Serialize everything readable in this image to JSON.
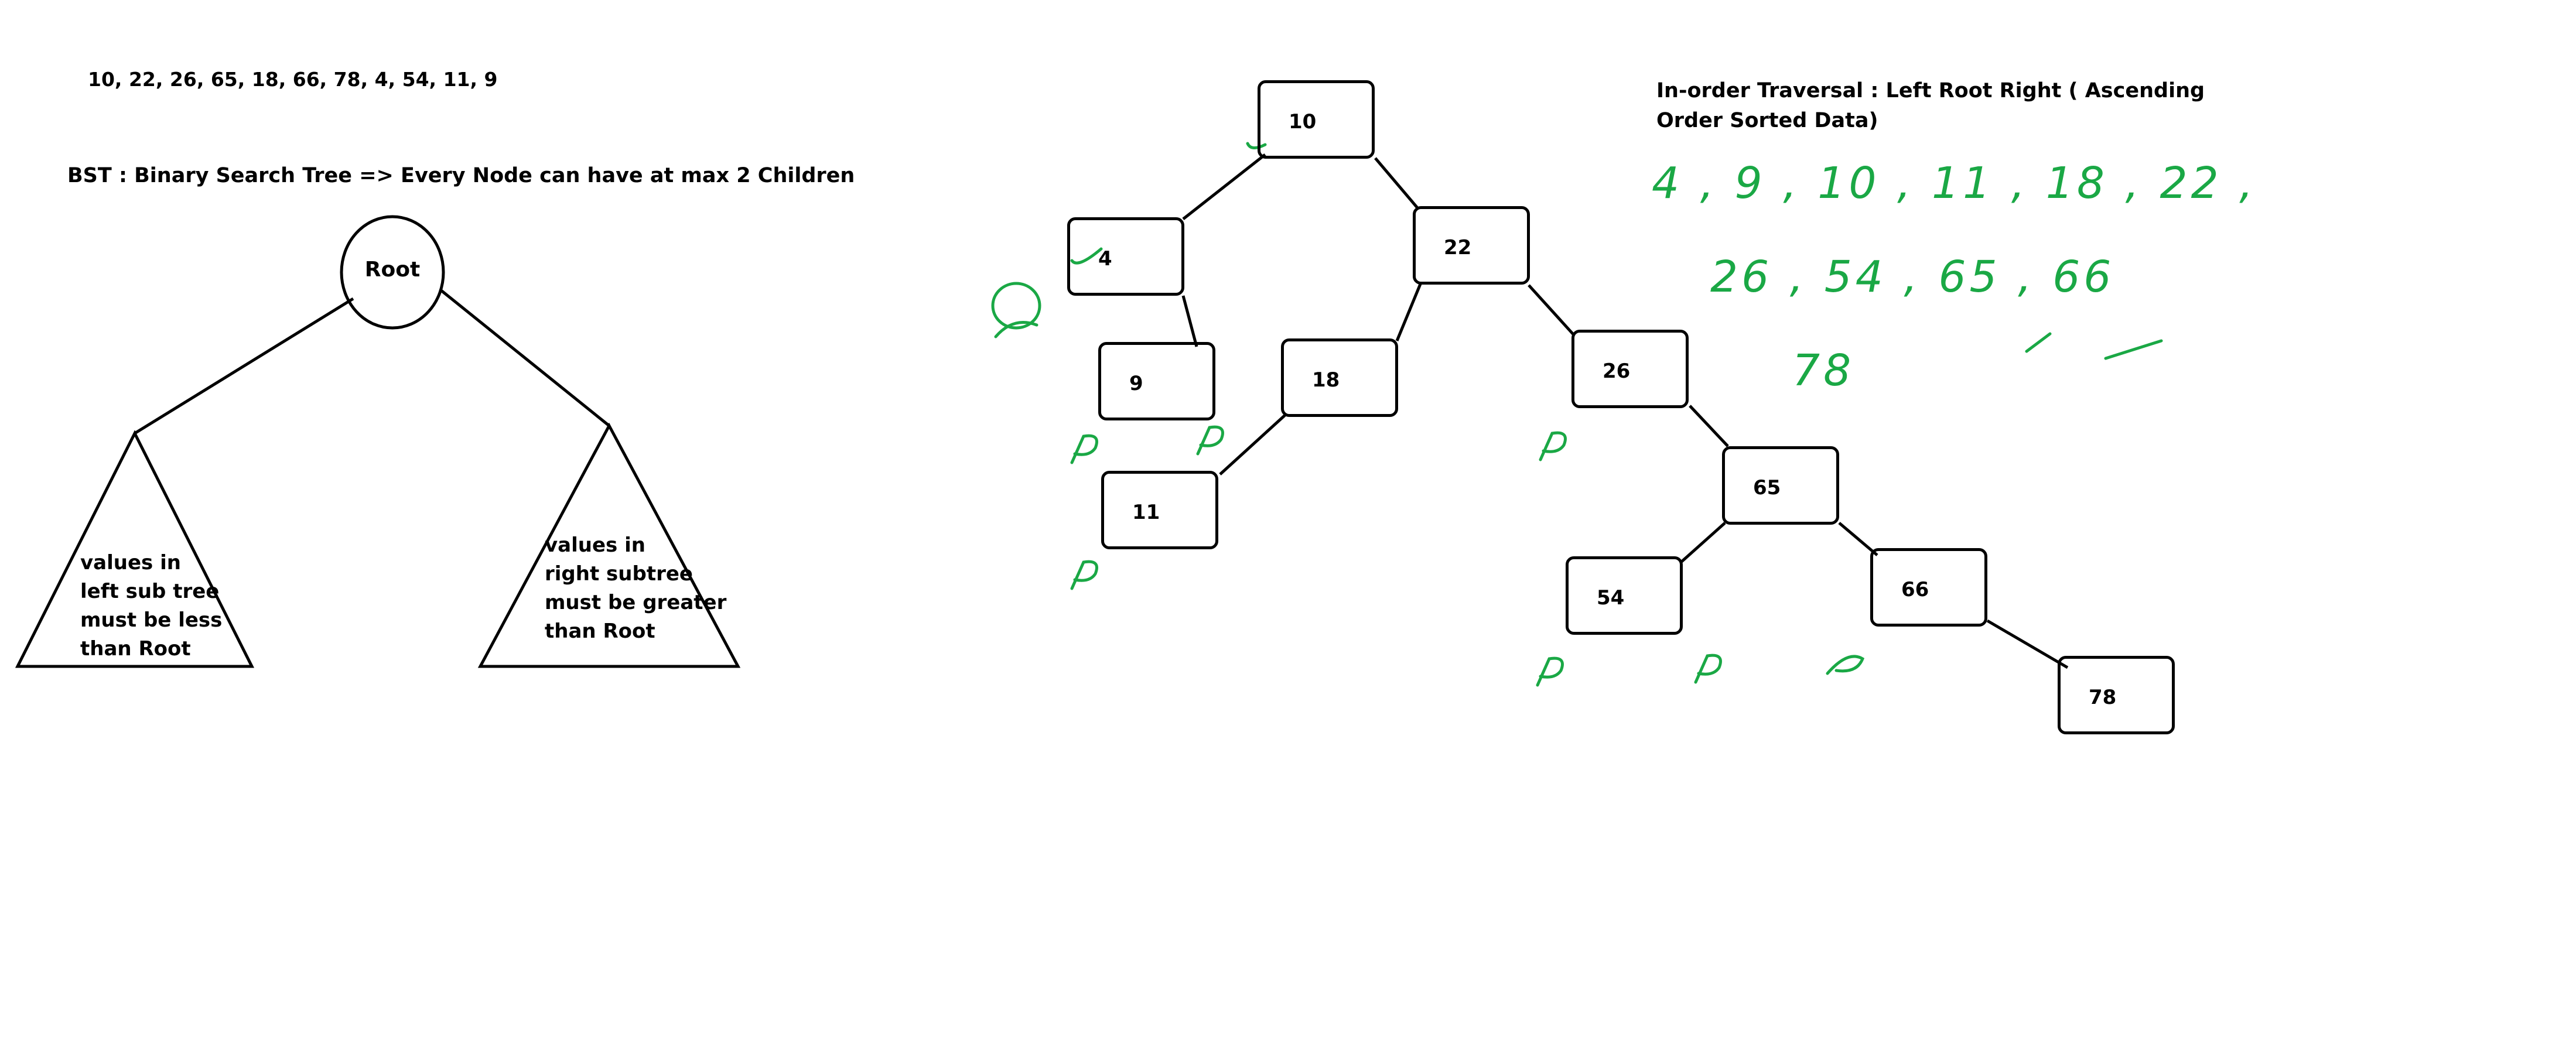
{
  "header": {
    "sequence": "10, 22, 26, 65, 18, 66, 78, 4, 54, 11, 9",
    "bst_definition": "BST : Binary Search Tree  => Every Node can have at max 2 Children"
  },
  "concept": {
    "root_label": "Root",
    "left_subtree_text": [
      "values in",
      "left sub tree",
      "must be less",
      "than Root"
    ],
    "right_subtree_text": [
      "values in",
      "right subtree",
      "must be greater",
      "than Root"
    ]
  },
  "tree": {
    "nodes": [
      "10",
      "4",
      "22",
      "9",
      "18",
      "26",
      "11",
      "65",
      "54",
      "66",
      "78"
    ]
  },
  "traversal": {
    "title": [
      "In-order Traversal : Left Root Right ( Ascending",
      "Order Sorted Data)"
    ],
    "handwritten_lines": [
      "4 , 9 , 10 , 11 , 18 , 22 ,",
      "26 , 54 , 65 , 66",
      "78"
    ]
  },
  "colors": {
    "ink": "#000000",
    "annotation": "#1aa845"
  }
}
